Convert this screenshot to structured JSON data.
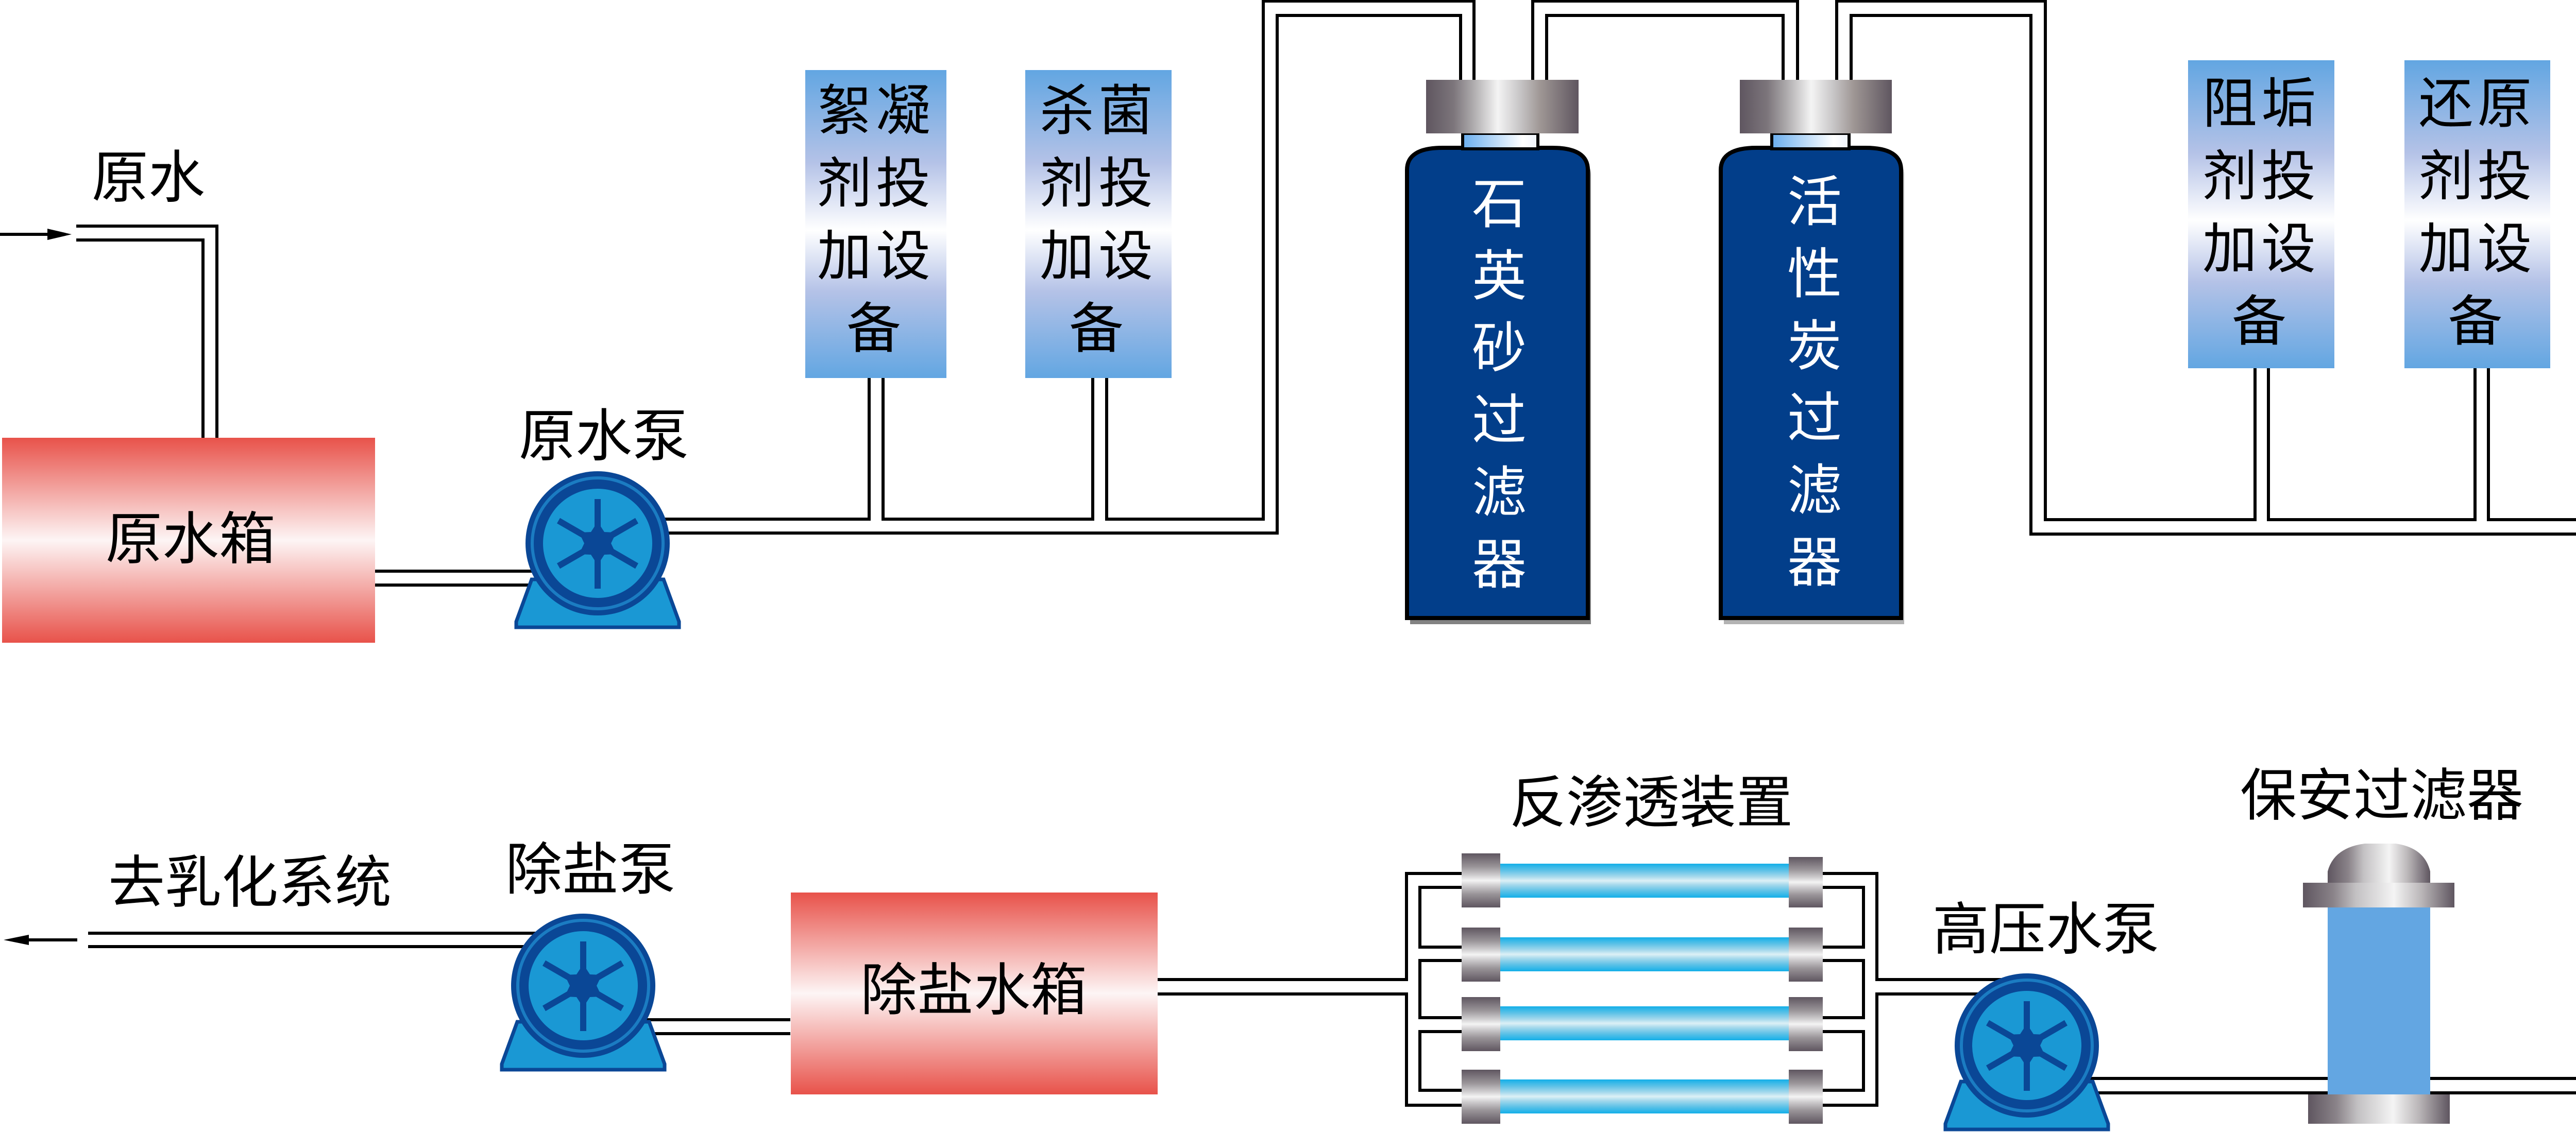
{
  "diagram": {
    "inlet": {
      "label": "原水"
    },
    "raw_water_tank": {
      "label": "原水箱"
    },
    "raw_water_pump": {
      "label": "原水泵"
    },
    "dosing_units": [
      {
        "lines": [
          "絮凝",
          "剂投",
          "加设",
          "备"
        ]
      },
      {
        "lines": [
          "杀菌",
          "剂投",
          "加设",
          "备"
        ]
      },
      {
        "lines": [
          "阻垢",
          "剂投",
          "加设",
          "备"
        ]
      },
      {
        "lines": [
          "还原",
          "剂投",
          "加设",
          "备"
        ]
      }
    ],
    "filters": [
      {
        "label": "石英砂过滤器"
      },
      {
        "label": "活性炭过滤器"
      }
    ],
    "cartridge_filter": {
      "label": "保安过滤器"
    },
    "high_pressure_pump": {
      "label": "高压水泵"
    },
    "ro_unit": {
      "label": "反渗透装置"
    },
    "desalted_tank": {
      "label": "除盐水箱"
    },
    "desalted_pump": {
      "label": "除盐泵"
    },
    "outlet": {
      "label": "去乳化系统"
    }
  },
  "colors": {
    "tank_red": "#e8524a",
    "tank_mid": "#fdf5f5",
    "dosing_blue": "#62a6e2",
    "dosing_lavender": "#b4c2e7",
    "filter_navy": "#023e8a",
    "filter_text": "#ffffff",
    "pump_light": "#1a98d4",
    "pump_navy": "#0a4796",
    "ro_tube_blue": "#13afe8",
    "cartridge_blue": "#63a6e2",
    "metal_dark": "#5f5660",
    "metal_light": "#f4f4f4",
    "pipe": "#000000",
    "label_text": "#000000"
  }
}
